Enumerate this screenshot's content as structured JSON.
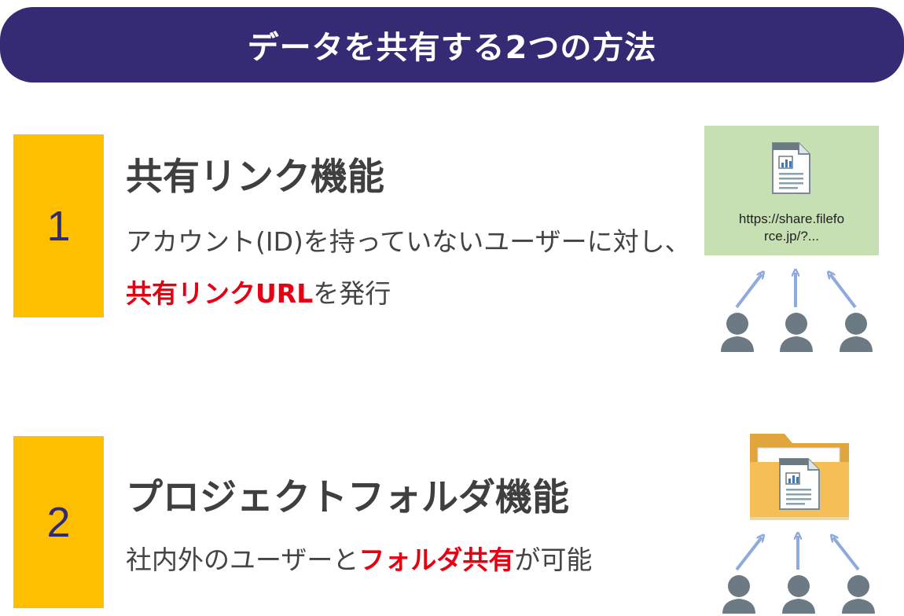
{
  "banner": {
    "title": "データを共有する2つの方法"
  },
  "methods": [
    {
      "number": "1",
      "title": "共有リンク機能",
      "desc_line1": "アカウント(ID)を持っていないユーザーに対し、",
      "desc_highlight": "共有リンクURL",
      "desc_rest": "を発行",
      "illustration": {
        "url_line1": "https://share.filefo",
        "url_line2": "rce.jp/?..."
      }
    },
    {
      "number": "2",
      "title": "プロジェクトフォルダ機能",
      "desc_pre": "社内外のユーザーと",
      "desc_highlight": "フォルダ共有",
      "desc_post": "が可能"
    }
  ],
  "colors": {
    "banner": "#352a74",
    "number_box": "#fdbf00",
    "number_text": "#2f2a78",
    "highlight": "#e60012",
    "link_card": "#c6e0b4",
    "person_icon": "#6c7a84",
    "arrow": "#8faadc",
    "folder": "#f5bf56"
  },
  "icons": [
    "document-icon",
    "folder-icon",
    "user-icon",
    "arrow-up-icon"
  ]
}
